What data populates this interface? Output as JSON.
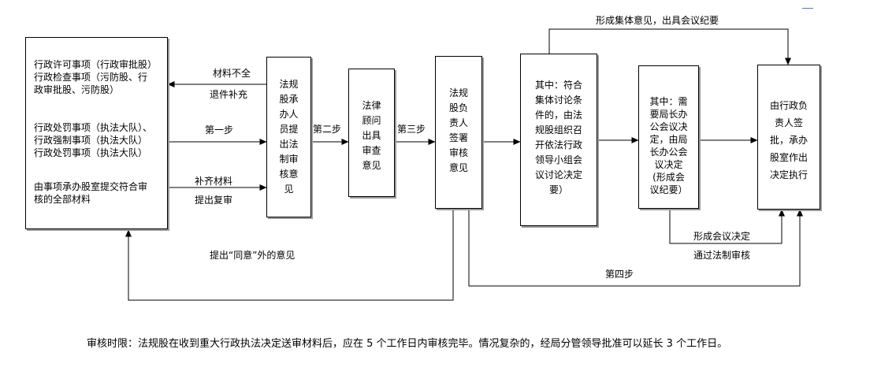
{
  "boxes": {
    "materials": {
      "group1": [
        "行政许可事项（行政审批股）",
        "行政检查事项（污防股、行",
        "政审批股、污防股）"
      ],
      "group2": [
        "行政处罚事项（执法大队）、",
        "行政强制事项（执法大队）",
        "行政处罚事项（执法大队）"
      ],
      "group3": [
        "由事项承办股室提交符合审",
        "核的全部材料"
      ]
    },
    "legal_staff": [
      "法规",
      "股承",
      "办人",
      "员提",
      "出法",
      "制审",
      "核意",
      "见"
    ],
    "counsel": [
      "法律",
      "顾问",
      "出具",
      "审查",
      "意见"
    ],
    "legal_head": [
      "法规",
      "股负",
      "责人",
      "签署",
      "审核",
      "意见"
    ],
    "collective": [
      "其中：符合",
      "集体讨论条",
      "件的，由法",
      "规股组织召",
      "开依法行政",
      "领导小组会",
      "议讨论决定",
      "要）"
    ],
    "bureau": [
      "其中：需",
      "要局长办",
      "公会议决",
      "定，由局",
      "长办公会",
      "议决定",
      "(形成会",
      "议纪要）"
    ],
    "final": [
      "由行政负",
      "责人签",
      "批，承办",
      "股室作出",
      "决定执行"
    ]
  },
  "labels": {
    "incomplete": "材料不全",
    "return_supplement": "退件补充",
    "step1": "第一步",
    "supplement": "补齐材料",
    "resubmit": "提出复审",
    "step2": "第二步",
    "step3": "第三步",
    "top_collective": "形成集体意见，出具会议纪要",
    "meeting_decision": "形成会议决定",
    "legal_review": "通过法制审核",
    "step4": "第四步",
    "non_agree": "提出“同意”外的意见"
  },
  "footer": "审核时限：法规股在收到重大行政执法决定送审材料后，应在 5 个工作日内审核完毕。情况复杂的，经局分管领导批准可以延长 3 个工作日。"
}
